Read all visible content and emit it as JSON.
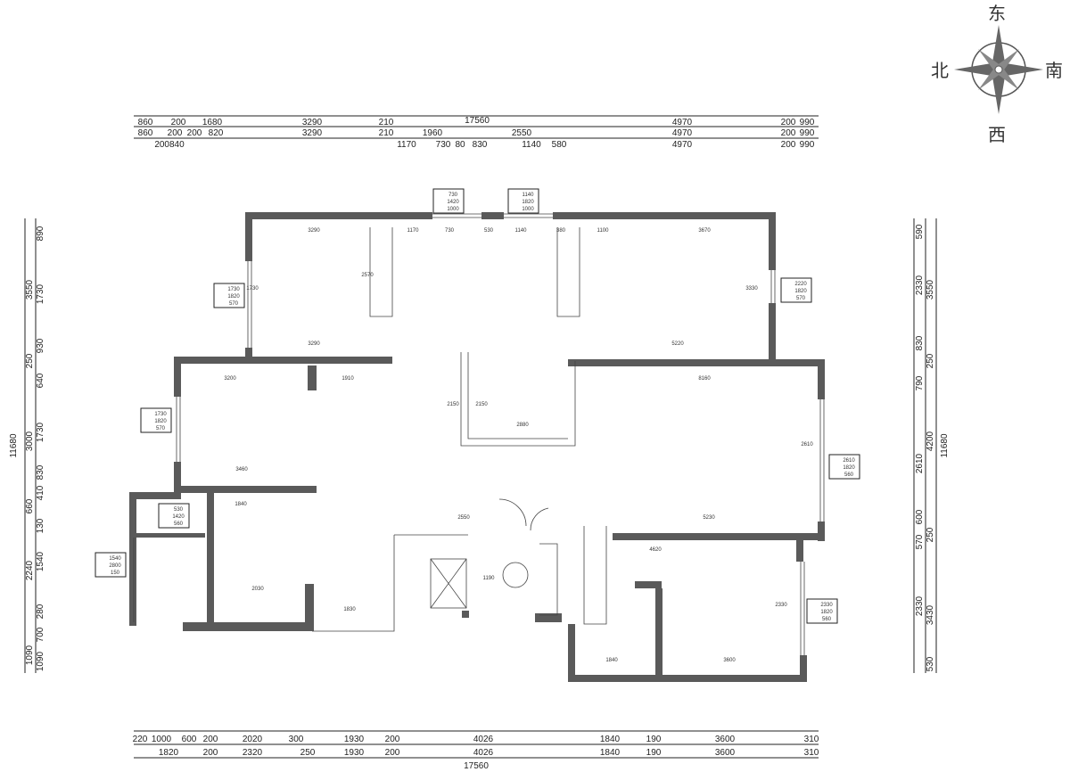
{
  "compass": {
    "east": "东",
    "south": "南",
    "west": "西",
    "north": "北"
  },
  "top_dims": {
    "total": "17560",
    "row1": [
      "860",
      "200",
      "1680",
      "3290",
      "210",
      "17560",
      "4970",
      "200",
      "990"
    ],
    "row2": [
      "860",
      "200",
      "200",
      "820",
      "3290",
      "210",
      "1960",
      "2550",
      "4970",
      "200",
      "990"
    ],
    "row3": [
      "200840",
      "1170",
      "730",
      "80",
      "830",
      "1140",
      "580",
      "4970",
      "200",
      "990"
    ]
  },
  "bottom_dims": {
    "row1": [
      "220",
      "1000",
      "600",
      "200",
      "2020",
      "300",
      "1930",
      "200",
      "4026",
      "1840",
      "190",
      "3600",
      "310"
    ],
    "row2": [
      "1820",
      "200",
      "2320",
      "250",
      "1930",
      "200",
      "4026",
      "1840",
      "190",
      "3600",
      "310"
    ],
    "total": "17560"
  },
  "left_dims": {
    "total": "11680",
    "outer": [
      "3550",
      "250",
      "3000",
      "660",
      "2240",
      "1090"
    ],
    "inner": [
      "890",
      "1730",
      "930",
      "640",
      "1730",
      "830",
      "410",
      "130",
      "1540",
      "280",
      "700",
      "1090"
    ]
  },
  "right_dims": {
    "total": "11680",
    "outer": [
      "3550",
      "250",
      "4200",
      "250",
      "3430",
      "530"
    ],
    "inner": [
      "590",
      "2330",
      "830",
      "790",
      "2610",
      "600",
      "570",
      "2330"
    ]
  },
  "window_tags": [
    {
      "rows": [
        "1730",
        "1820",
        "570"
      ]
    },
    {
      "rows": [
        "1730",
        "1820",
        "570"
      ]
    },
    {
      "rows": [
        "530",
        "1420",
        "560"
      ]
    },
    {
      "rows": [
        "1540",
        "2800",
        "150"
      ]
    },
    {
      "rows": [
        "730",
        "1420",
        "1000"
      ]
    },
    {
      "rows": [
        "1140",
        "1820",
        "1000"
      ]
    },
    {
      "rows": [
        "2220",
        "1820",
        "570"
      ]
    },
    {
      "rows": [
        "2610",
        "1820",
        "560"
      ]
    },
    {
      "rows": [
        "2330",
        "1820",
        "560"
      ]
    }
  ],
  "room_dims": [
    "3290",
    "1170",
    "730",
    "530",
    "1140",
    "380",
    "1100",
    "3670",
    "2570",
    "3290",
    "5220",
    "3200",
    "1910",
    "8160",
    "2150",
    "2150",
    "2880",
    "3460",
    "1840",
    "2550",
    "2030",
    "1830",
    "5230",
    "4620",
    "3600",
    "1840",
    "1190",
    "2330",
    "2610",
    "1730",
    "3330"
  ]
}
